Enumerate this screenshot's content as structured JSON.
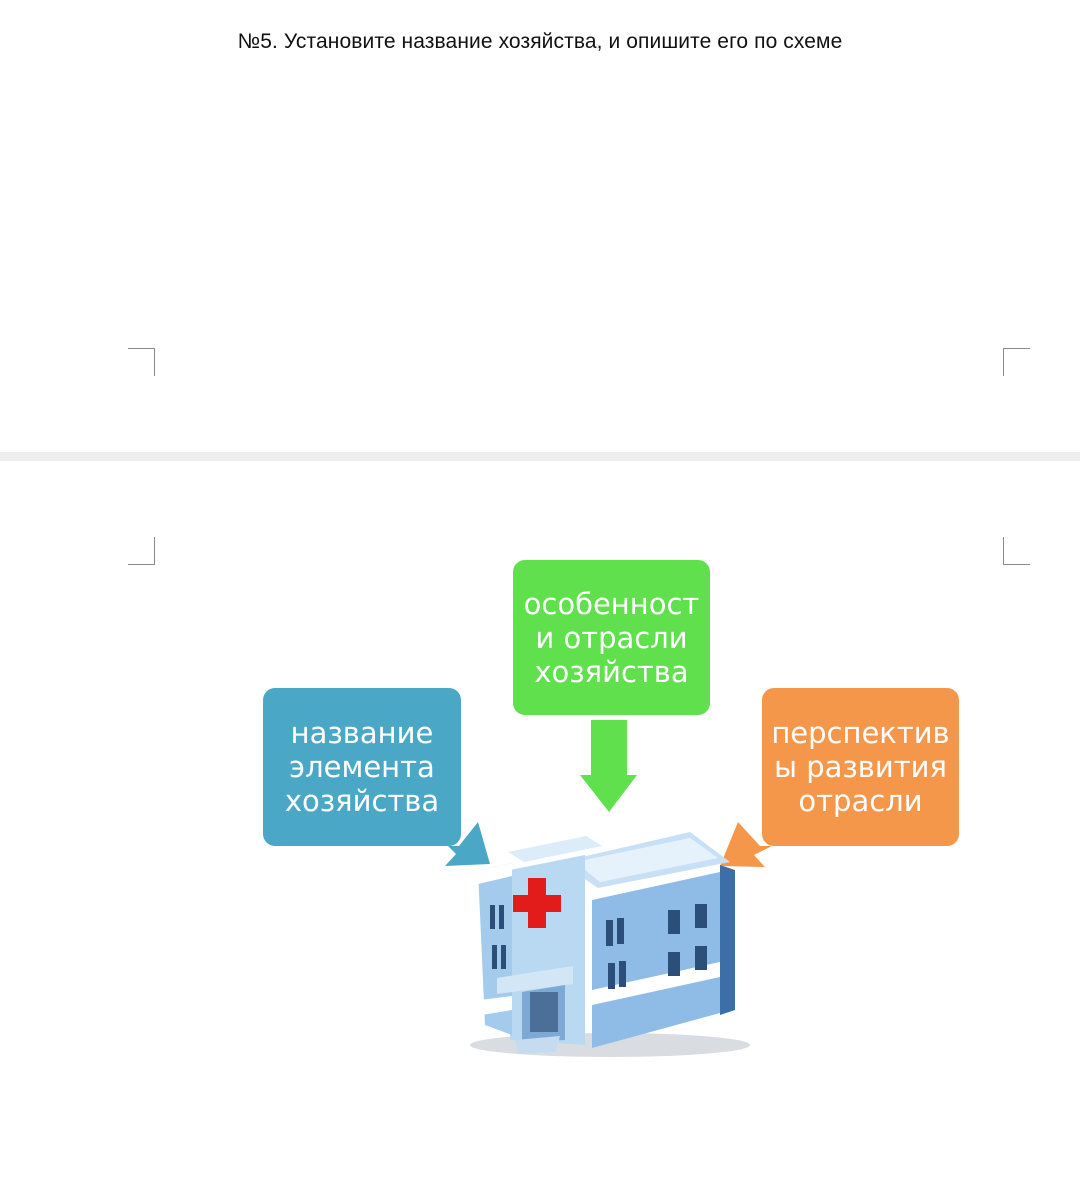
{
  "task": {
    "title": "№5. Установите название хозяйства, и опишите его по схеме"
  },
  "scheme": {
    "boxes": {
      "name": {
        "text": "название\nэлемента\nхозяйства",
        "color": "#4aa8c6"
      },
      "features": {
        "text": "особенност\nи отрасли\nхозяйства",
        "color": "#5fe04c"
      },
      "prospects": {
        "text": "перспектив\nы развития\nотрасли",
        "color": "#f5974a"
      }
    },
    "center_image": {
      "icon": "hospital-building-icon",
      "cross_color": "#e21b1b"
    }
  },
  "colors": {
    "page_background": "#ffffff",
    "page_gap": "#eeeeee",
    "crop_marks": "#8a8a8a"
  }
}
